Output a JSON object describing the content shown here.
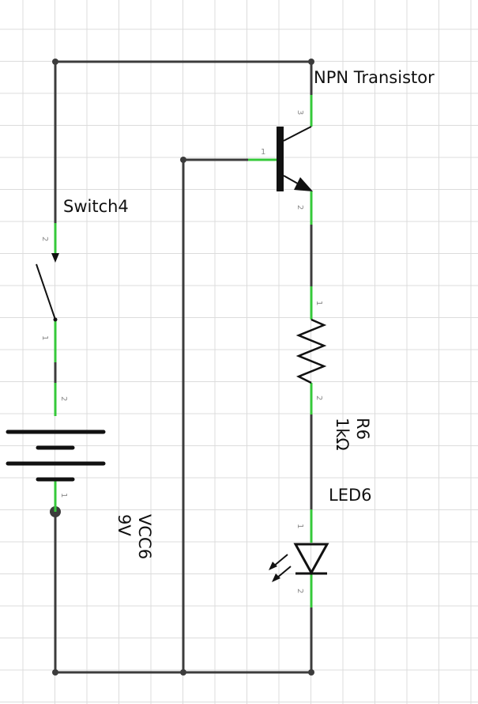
{
  "colors": {
    "background": "#ffffff",
    "grid": "#dcdcdc",
    "wire": "#3c3c3c",
    "pin_highlight": "#35c93a",
    "label": "#111111",
    "pin_number": "#8a8a8a",
    "symbol": "#111111"
  },
  "components": {
    "transistor": {
      "name": "NPN Transistor",
      "pins": {
        "base": "1",
        "emitter": "2",
        "collector": "3"
      }
    },
    "switch": {
      "name": "Switch4",
      "pins": {
        "top": "2",
        "bottom": "1"
      }
    },
    "battery": {
      "name": "VCC6",
      "value": "9V",
      "pins": {
        "top": "2",
        "bottom": "1"
      }
    },
    "resistor": {
      "name": "R6",
      "value": "1kΩ",
      "pins": {
        "top": "1",
        "bottom": "2"
      }
    },
    "led": {
      "name": "LED6",
      "pins": {
        "anode": "1",
        "cathode": "2"
      }
    }
  }
}
